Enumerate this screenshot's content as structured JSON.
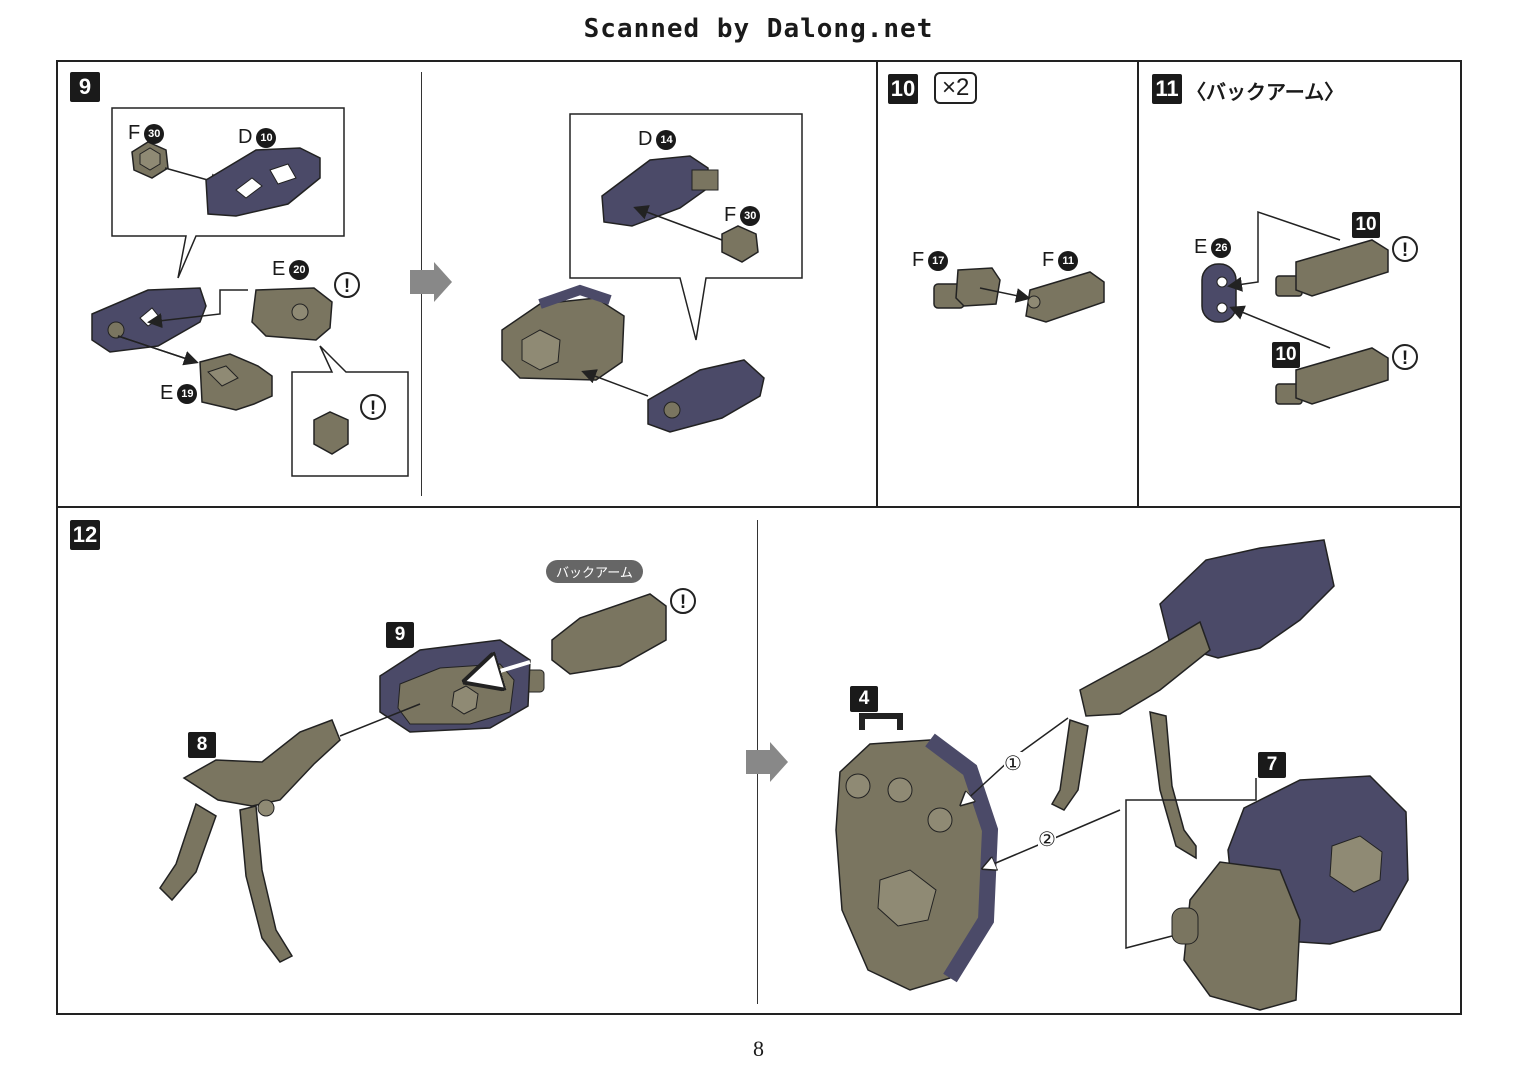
{
  "header": {
    "scan_credit": "Scanned by Dalong.net"
  },
  "page": {
    "number": "8"
  },
  "colors": {
    "purple_part": "#4b4a68",
    "tan_part": "#7a7560",
    "line": "#222222"
  },
  "steps": {
    "s9": {
      "number": "9",
      "labels": {
        "f30": {
          "letter": "F",
          "num": "30"
        },
        "d10": {
          "letter": "D",
          "num": "10"
        },
        "e20": {
          "letter": "E",
          "num": "20"
        },
        "e19": {
          "letter": "E",
          "num": "19"
        },
        "d14": {
          "letter": "D",
          "num": "14"
        },
        "f30b": {
          "letter": "F",
          "num": "30"
        }
      },
      "warn": "!"
    },
    "s10": {
      "number": "10",
      "multiplier": "×2",
      "labels": {
        "f17": {
          "letter": "F",
          "num": "17"
        },
        "f11": {
          "letter": "F",
          "num": "11"
        }
      }
    },
    "s11": {
      "number": "11",
      "title": "〈バックアーム〉",
      "labels": {
        "e26": {
          "letter": "E",
          "num": "26"
        }
      },
      "ref_top": "10",
      "ref_bottom": "10",
      "warn": "!"
    },
    "s12": {
      "number": "12",
      "pill": "バックアーム",
      "ref_9": "9",
      "ref_8": "8",
      "ref_4": "4",
      "ref_7": "7",
      "point_1": "①",
      "point_2": "②",
      "warn": "!"
    }
  }
}
